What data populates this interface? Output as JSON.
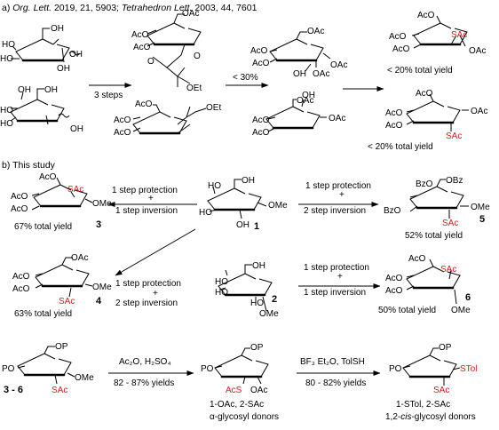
{
  "section_a": {
    "header_prefix": "a) ",
    "journal1": "Org. Lett.",
    "ref1": " 2019, 21, 5903; ",
    "journal2": "Tetrahedron Lett.",
    "ref2": " 2003, 44, 7601"
  },
  "section_b": {
    "header": "b) This study"
  },
  "labels": {
    "OH": "OH",
    "HO": "HO",
    "OAc": "OAc",
    "AcO": "AcO",
    "SAc": "SAc",
    "OEt": "OEt",
    "OMe": "OMe",
    "BzO": "BzO",
    "OBz": "OBz",
    "OP": "OP",
    "PO": "PO",
    "AcS": "AcS",
    "STol": "STol",
    "O": "O"
  },
  "arrows": {
    "three_steps": "3 steps",
    "lt30": "< 30%",
    "one_step_protection": "1 step protection",
    "plus": "+",
    "one_step_inversion": "1 step inversion",
    "two_step_inversion": "2 step inversion",
    "ac2o": "Ac₂O, H₂SO₄",
    "yield_82_87": "82 - 87% yields",
    "bf3": "BF₃ Et₂O, TolSH",
    "yield_80_82": "80 - 82% yields"
  },
  "yields": {
    "lt20_a": "< 20% total yield",
    "lt20_b": "< 20% total yield",
    "y67": "67% total yield",
    "y52": "52% total yield",
    "y63": "63% total yield",
    "y50": "50% total yield"
  },
  "compounds": {
    "c1": "1",
    "c2": "2",
    "c3": "3",
    "c4": "4",
    "c5": "5",
    "c6": "6",
    "c3to6": "3 - 6"
  },
  "products": {
    "p1_line1": "1-OAc, 2-SAc",
    "p1_line2": "α-glycosyl donors",
    "p2_line1": "1-STol, 2-SAc",
    "p2_line2_pre": "1,2-",
    "p2_line2_ital": "cis",
    "p2_line2_post": "-glycosyl donors"
  },
  "colors": {
    "highlight": "#e8141b",
    "ink": "#000000"
  }
}
